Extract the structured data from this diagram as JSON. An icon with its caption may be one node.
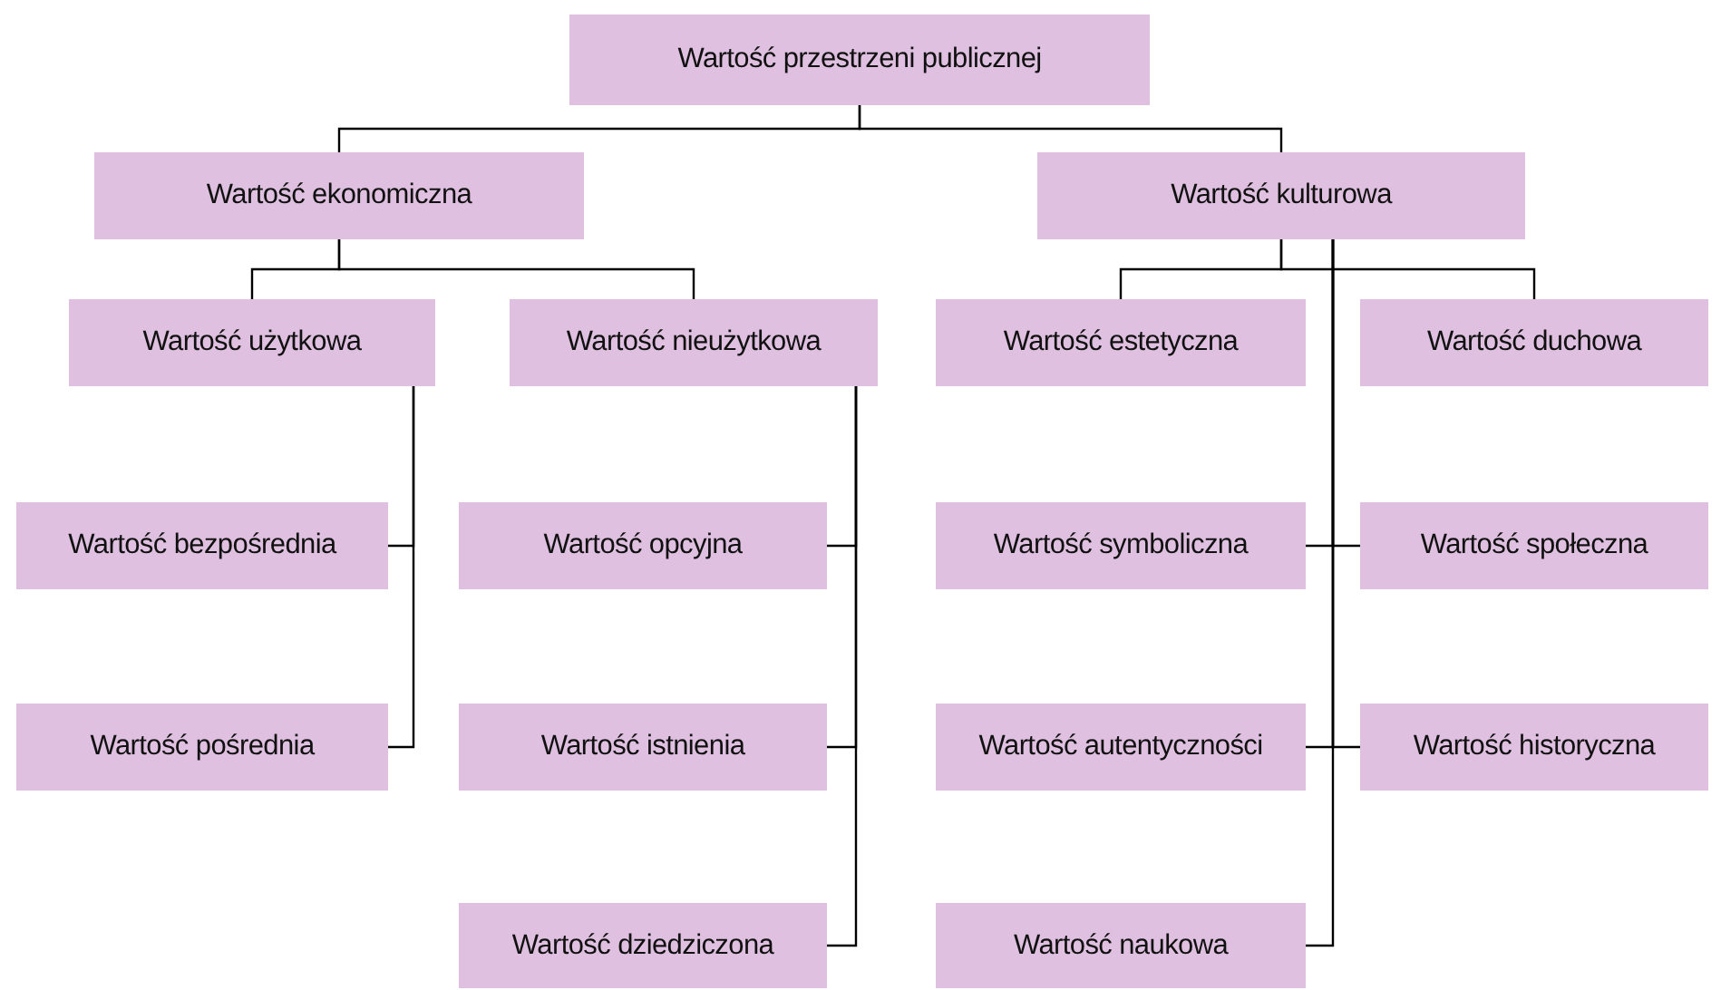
{
  "diagram": {
    "nodes": [
      {
        "text": [
          "Wartość przestrzeni publicznej"
        ]
      },
      {
        "text": [
          "Wartość ekonomiczna"
        ]
      },
      {
        "text": [
          "Wartość kulturowa"
        ]
      },
      {
        "text": [
          "Wartość użytkowa"
        ]
      },
      {
        "text": [
          "Wartość nieużytkowa"
        ]
      },
      {
        "text": [
          "Wartość bezpośrednia"
        ]
      },
      {
        "text": [
          "Wartość pośrednia"
        ]
      },
      {
        "text": [
          "Wartość opcyjna"
        ]
      },
      {
        "text": [
          "Wartość istnienia"
        ]
      },
      {
        "text": [
          "Wartość dziedziczona"
        ]
      },
      {
        "text": [
          "Wartość estetyczna"
        ]
      },
      {
        "text": [
          "Wartość duchowa"
        ]
      },
      {
        "text": [
          "Wartość symboliczna"
        ]
      },
      {
        "text": [
          "Wartość społeczna"
        ]
      },
      {
        "text": [
          "Wartość autentyczności"
        ]
      },
      {
        "text": [
          "Wartość historyczna"
        ]
      },
      {
        "text": [
          "Wartość naukowa"
        ]
      }
    ],
    "edges": [
      {
        "from": 0,
        "to": 1,
        "arrow": "none"
      },
      {
        "from": 0,
        "to": 2,
        "arrow": "none"
      },
      {
        "from": 1,
        "to": 3,
        "arrow": "none"
      },
      {
        "from": 1,
        "to": 4,
        "arrow": "none"
      },
      {
        "from": 3,
        "to": 5,
        "arrow": "none"
      },
      {
        "from": 3,
        "to": 6,
        "arrow": "none"
      },
      {
        "from": 4,
        "to": 7,
        "arrow": "none"
      },
      {
        "from": 4,
        "to": 8,
        "arrow": "none"
      },
      {
        "from": 4,
        "to": 9,
        "arrow": "none"
      },
      {
        "from": 2,
        "to": 10,
        "arrow": "none"
      },
      {
        "from": 2,
        "to": 11,
        "arrow": "none"
      },
      {
        "from": 2,
        "to": 12,
        "arrow": "none"
      },
      {
        "from": 2,
        "to": 13,
        "arrow": "none"
      },
      {
        "from": 2,
        "to": 14,
        "arrow": "none"
      },
      {
        "from": 2,
        "to": 15,
        "arrow": "none"
      },
      {
        "from": 2,
        "to": 16,
        "arrow": "none"
      }
    ]
  }
}
